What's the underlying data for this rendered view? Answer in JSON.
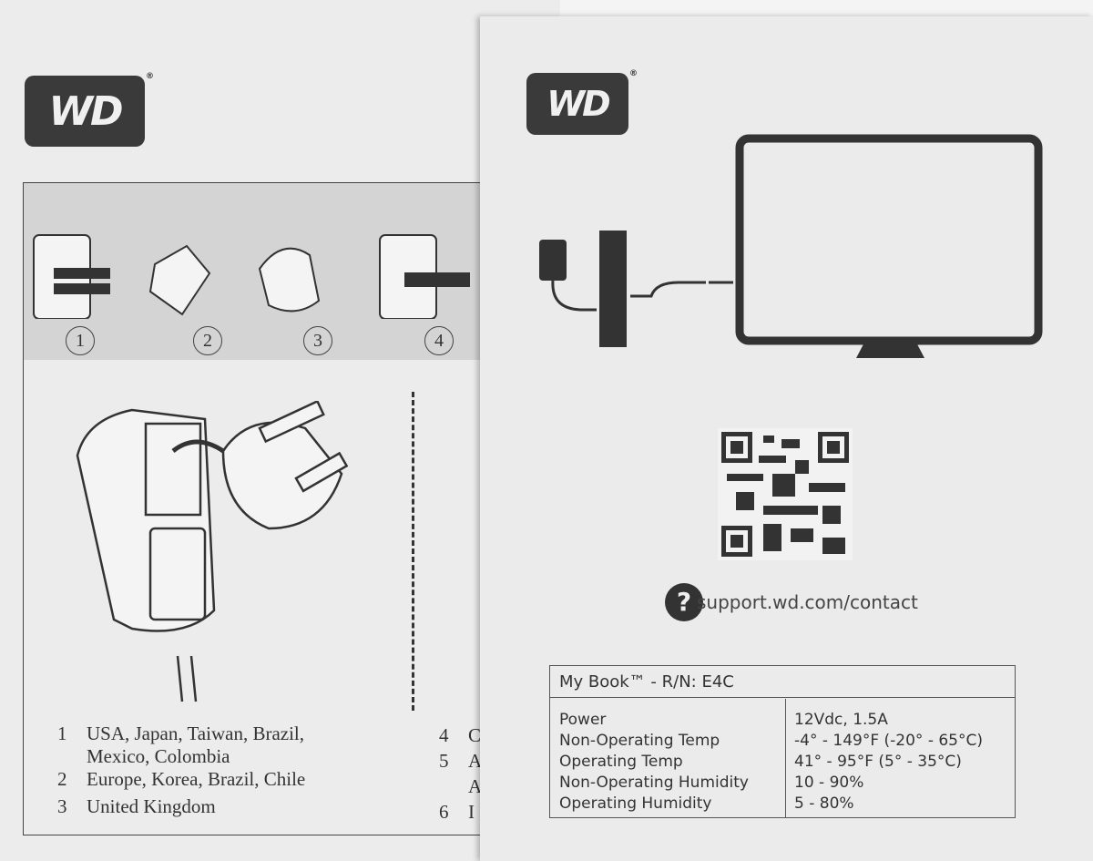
{
  "left_page": {
    "logo": "WD",
    "plug_numbers": [
      "1",
      "2",
      "3",
      "4"
    ],
    "regions": [
      {
        "num": "1",
        "lines": [
          "USA, Japan, Taiwan, Brazil,",
          "Mexico, Colombia"
        ]
      },
      {
        "num": "2",
        "lines": [
          "Europe, Korea, Brazil, Chile"
        ]
      },
      {
        "num": "3",
        "lines": [
          "United Kingdom"
        ]
      },
      {
        "num": "4",
        "lines": [
          "C"
        ]
      },
      {
        "num": "5",
        "lines": [
          "A",
          "A"
        ]
      },
      {
        "num": "6",
        "lines": [
          "I"
        ]
      }
    ]
  },
  "right_page": {
    "logo": "WD",
    "support_url": "support.wd.com/contact",
    "help_icon": "?",
    "spec_table": {
      "title": "My Book™ - R/N: E4C",
      "labels": [
        "Power",
        "Non-Operating Temp",
        "Operating Temp",
        "Non-Operating Humidity",
        "Operating Humidity"
      ],
      "values": [
        "12Vdc, 1.5A",
        "-4° - 149°F (-20° - 65°C)",
        "41° - 95°F (5° - 35°C)",
        "10 - 90%",
        "5 - 80%"
      ]
    }
  }
}
